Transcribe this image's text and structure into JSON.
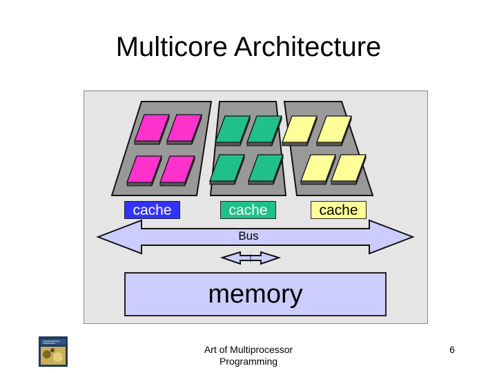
{
  "slide": {
    "title": "Multicore Architecture",
    "footer_line1": "Art of Multiprocessor",
    "footer_line2": "Programming",
    "page_number": "6"
  },
  "diagram": {
    "processor_groups": [
      {
        "cache_label": "cache",
        "color": "#ff33cc",
        "cache_bg": "#3333ff",
        "cache_text": "#ffffff"
      },
      {
        "cache_label": "cache",
        "color": "#21c08b",
        "cache_bg": "#21c08b",
        "cache_text": "#ffffff"
      },
      {
        "cache_label": "cache",
        "color": "#ffff99",
        "cache_bg": "#ffff99",
        "cache_text": "#000000"
      }
    ],
    "bus_label": "Bus",
    "memory_label": "memory",
    "colors": {
      "panel": "#e5e5e5",
      "chip_base": "#999999",
      "bus": "#ccccff",
      "memory": "#ccccff"
    }
  }
}
